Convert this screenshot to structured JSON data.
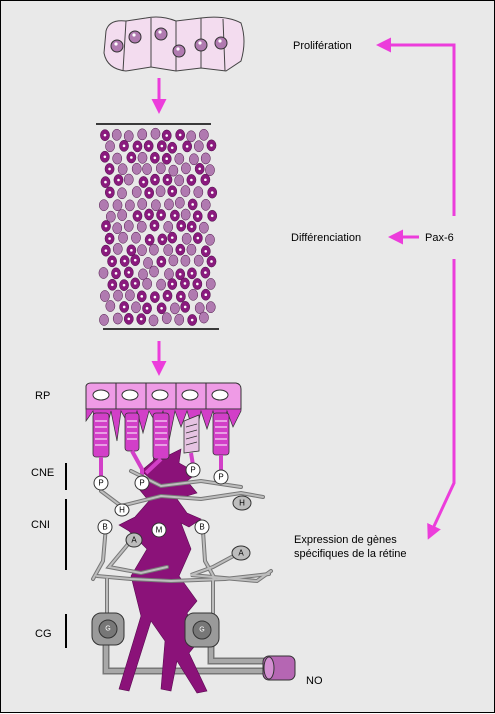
{
  "labels": {
    "proliferation": "Prolifération",
    "differenciation": "Différenciation",
    "pax6": "Pax-6",
    "expression_line1": "Expression de gènes",
    "expression_line2": "spécifiques de la rétine",
    "rp": "RP",
    "cne": "CNE",
    "cni": "CNI",
    "cg": "CG",
    "no": "NO"
  },
  "cell_letters": {
    "p": "P",
    "h": "H",
    "b": "B",
    "m": "M",
    "a": "A",
    "g": "G"
  },
  "colors": {
    "arrow": "#ec3ddb",
    "cell_purple": "#8a1a7e",
    "cell_light": "#b07ab0",
    "epithelium": "#f3dcef",
    "photoreceptor": "#d23fc8",
    "muller": "#8b1279",
    "neuron_gray": "#9a9a9a"
  }
}
